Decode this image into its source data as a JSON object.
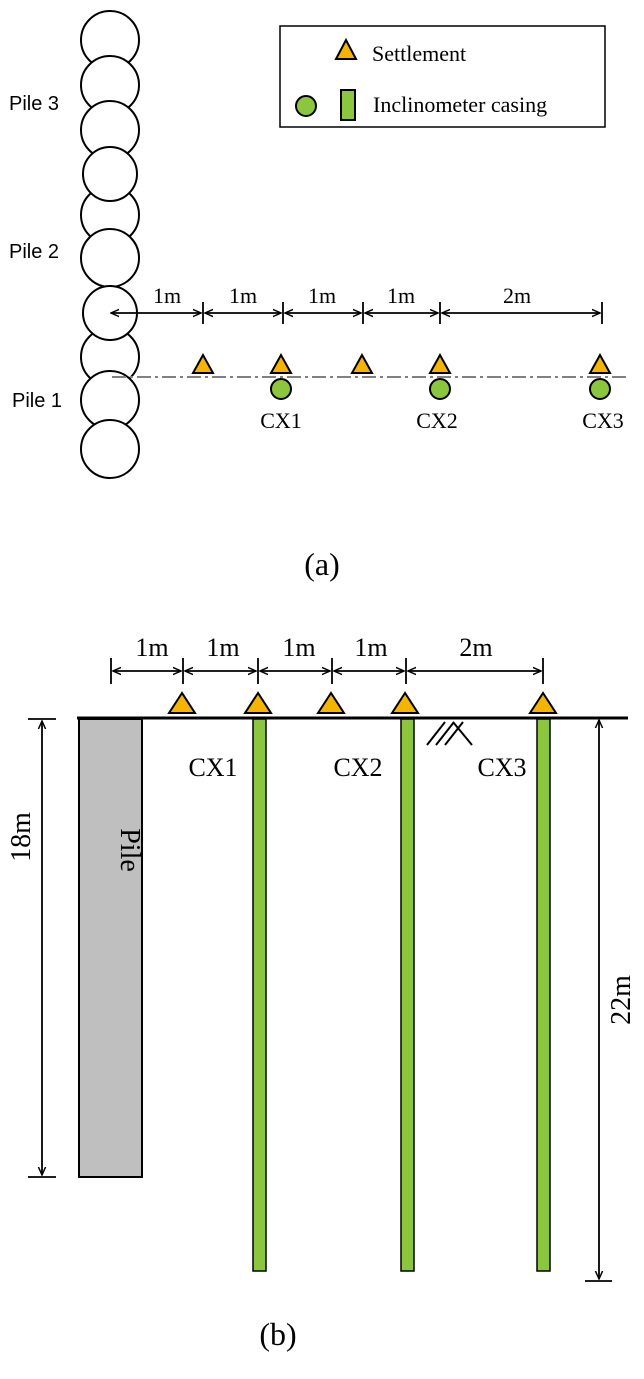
{
  "colors": {
    "settlement_fill": "#F5B400",
    "inclinometer_fill": "#8CC63F",
    "pile_fill": "#BFBFBF",
    "line": "#000000",
    "centerline": "#808080"
  },
  "legend": {
    "settlement_label": "Settlement",
    "inclinometer_label": "Inclinometer casing"
  },
  "plan_view": {
    "pile_labels": [
      "Pile 3",
      "Pile 2",
      "Pile 1"
    ],
    "spacings": [
      "1m",
      "1m",
      "1m",
      "1m",
      "2m"
    ],
    "casing_labels": [
      "CX1",
      "CX2",
      "CX3"
    ],
    "caption": "(a)"
  },
  "section_view": {
    "spacings": [
      "1m",
      "1m",
      "1m",
      "1m",
      "2m"
    ],
    "casing_labels": [
      "CX1",
      "CX2",
      "CX3"
    ],
    "pile_label": "Pile",
    "pile_depth": "18m",
    "casing_depth": "22m",
    "caption": "(b)"
  }
}
